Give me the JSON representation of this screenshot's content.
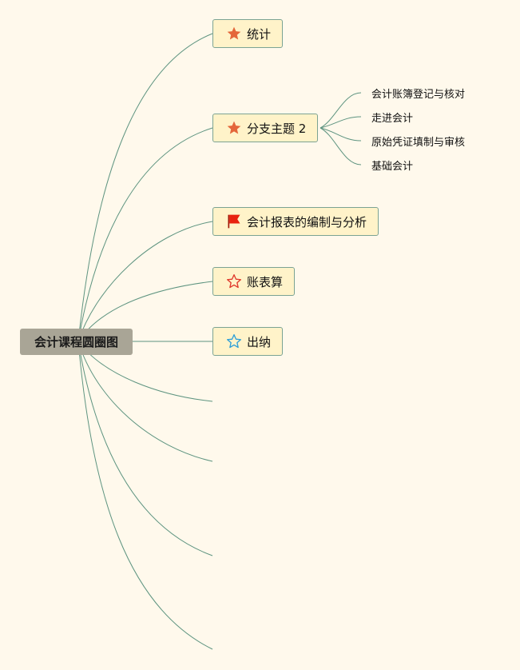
{
  "diagram": {
    "root": {
      "label": "会计课程圆圈图"
    },
    "branches": [
      {
        "label": "统计",
        "icon": "star-filled-orange-icon"
      },
      {
        "label": "分支主题 2",
        "icon": "star-filled-orange-icon",
        "children": [
          "会计账簿登记与核对",
          "走进会计",
          "原始凭证填制与审核",
          "基础会计"
        ]
      },
      {
        "label": "会计报表的编制与分析",
        "icon": "red-flag-icon"
      },
      {
        "label": "账表算",
        "icon": "star-outline-red-icon"
      },
      {
        "label": "出纳",
        "icon": "star-outline-blue-icon"
      }
    ],
    "empty_branch_count": 4
  },
  "colors": {
    "background": "#FFF9EC",
    "root_fill": "#A9A596",
    "node_fill": "#FFF3C9",
    "node_border": "#7BA393",
    "connector": "#5E9480",
    "star_orange": "#E4663A",
    "flag_red": "#E8220F",
    "star_red_outline": "#E0392B",
    "star_blue_outline": "#2D9FD8"
  }
}
